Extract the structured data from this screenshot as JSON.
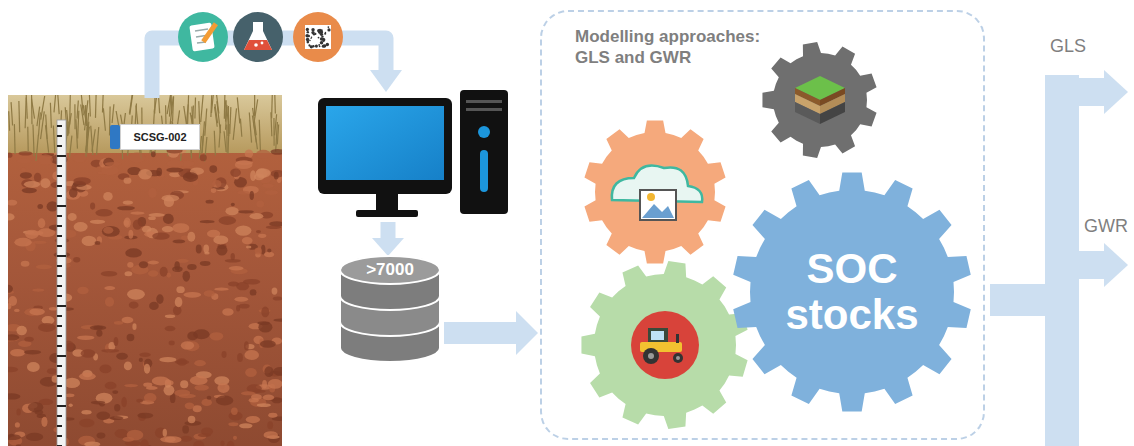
{
  "diagram": {
    "nodes": [
      {
        "text": [
          "SCSG-002"
        ]
      },
      {
        "text": [
          ">7000"
        ]
      },
      {
        "text": [
          "Modelling approaches: GLS and GWR"
        ]
      },
      {
        "text": [
          "SOC stocks"
        ],
        "in": 2
      }
    ],
    "edges": [
      {
        "from": 1,
        "to": 2,
        "arrow": "to"
      }
    ],
    "labels": [
      "GLS",
      "GWR"
    ]
  }
}
